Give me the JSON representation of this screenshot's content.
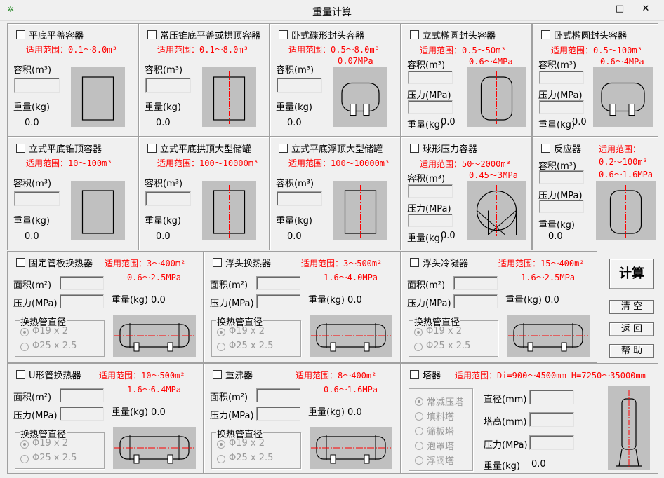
{
  "window": {
    "title": "重量计算",
    "minimize": "_",
    "maximize": "□",
    "close": "✕"
  },
  "vessels": [
    {
      "title": "平底平盖容器",
      "range": "适用范围：0.1～8.0m³",
      "volume_label": "容积(m³)",
      "weight_label": "重量(kg)",
      "weight_value": "0.0"
    },
    {
      "title": "常压锥底平盖或拱顶容器",
      "range": "适用范围：0.1～8.0m³",
      "volume_label": "容积(m³)",
      "weight_label": "重量(kg)",
      "weight_value": "0.0"
    },
    {
      "title": "卧式碟形封头容器",
      "range": "适用范围：0.5～8.0m³",
      "pressure_range": "0.07MPa",
      "volume_label": "容积(m³)",
      "weight_label": "重量(kg)",
      "weight_value": "0.0"
    },
    {
      "title": "立式椭圆封头容器",
      "range": "适用范围：0.5～50m³",
      "pressure_range": "0.6～4MPa",
      "volume_label": "容积(m³)",
      "pressure_label": "压力(MPa)",
      "weight_label": "重量(kg)",
      "weight_value": "0.0"
    },
    {
      "title": "卧式椭圆封头容器",
      "range": "适用范围：0.5～100m³",
      "pressure_range": "0.6～4MPa",
      "volume_label": "容积(m³)",
      "pressure_label": "压力(MPa)",
      "weight_label": "重量(kg)",
      "weight_value": "0.0"
    },
    {
      "title": "立式平底锥顶容器",
      "range": "适用范围：10～100m³",
      "volume_label": "容积(m³)",
      "weight_label": "重量(kg)",
      "weight_value": "0.0"
    },
    {
      "title": "立式平底拱顶大型储罐",
      "range": "适用范围：100～10000m³",
      "volume_label": "容积(m³)",
      "weight_label": "重量(kg)",
      "weight_value": "0.0"
    },
    {
      "title": "立式平底浮顶大型储罐",
      "range": "适用范围：100～10000m³",
      "volume_label": "容积(m³)",
      "weight_label": "重量(kg)",
      "weight_value": "0.0"
    },
    {
      "title": "球形压力容器",
      "range": "适用范围：50～2000m³",
      "pressure_range": "0.45～3MPa",
      "volume_label": "容积(m³)",
      "pressure_label": "压力(MPa)",
      "weight_label": "重量(kg)",
      "weight_value": "0.0"
    },
    {
      "title": "反应器",
      "range": "适用范围：",
      "range2": "0.2～100m³",
      "pressure_range": "0.6～1.6MPa",
      "volume_label": "容积(m³)",
      "pressure_label": "压力(MPa)",
      "weight_label": "重量(kg)",
      "weight_value": "0.0"
    }
  ],
  "exchangers": [
    {
      "title": "固定管板换热器",
      "range": "适用范围：3～400m²",
      "pressure_range": "0.6～2.5MPa",
      "area_label": "面积(m²)",
      "pressure_label": "压力(MPa)",
      "weight_label": "重量(kg) 0.0",
      "tube_group": "换热管直径",
      "tube_options": [
        "Φ19 x 2",
        "Φ25 x 2.5"
      ]
    },
    {
      "title": "浮头换热器",
      "range": "适用范围：3～500m²",
      "pressure_range": "1.6～4.0MPa",
      "area_label": "面积(m²)",
      "pressure_label": "压力(MPa)",
      "weight_label": "重量(kg)  0.0",
      "tube_group": "换热管直径",
      "tube_options": [
        "Φ19 x 2",
        "Φ25 x 2.5"
      ]
    },
    {
      "title": "浮头冷凝器",
      "range": "适用范围：15～400m²",
      "pressure_range": "1.6～2.5MPa",
      "area_label": "面积(m²)",
      "pressure_label": "压力(MPa)",
      "weight_label": "重量(kg)  0.0",
      "tube_group": "换热管直径",
      "tube_options": [
        "Φ19 x 2",
        "Φ25 x 2.5"
      ]
    },
    {
      "title": "U形管换热器",
      "range": "适用范围：10～500m²",
      "pressure_range": "1.6～6.4MPa",
      "area_label": "面积(m²)",
      "pressure_label": "压力(MPa)",
      "weight_label": "重量(kg)  0.0",
      "tube_group": "换热管直径",
      "tube_options": [
        "Φ19 x 2",
        "Φ25 x 2.5"
      ]
    },
    {
      "title": "重沸器",
      "range": "适用范围：8～400m²",
      "pressure_range": "0.6～1.6MPa",
      "area_label": "面积(m²)",
      "pressure_label": "压力(MPa)",
      "weight_label": "重量(kg)  0.0",
      "tube_group": "换热管直径",
      "tube_options": [
        "Φ19 x 2",
        "Φ25 x 2.5"
      ]
    }
  ],
  "tower": {
    "title": "塔器",
    "range": "适用范围：Di=900～4500mm  H=7250～35000mm",
    "types": [
      "常减压塔",
      "填料塔",
      "筛板塔",
      "泡罩塔",
      "浮阀塔"
    ],
    "diameter_label": "直径(mm)",
    "height_label": "塔高(mm)",
    "pressure_label": "压力(MPa)",
    "weight_label": "重量(kg)",
    "weight_value": "0.0"
  },
  "buttons": {
    "calculate": "计算",
    "clear": "清 空",
    "back": "返 回",
    "help": "帮 助"
  }
}
